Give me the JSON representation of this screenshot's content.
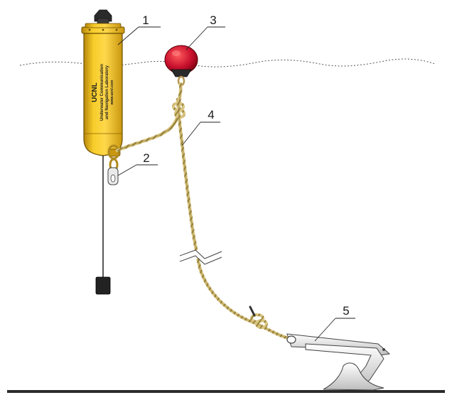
{
  "callouts": [
    {
      "num": "1"
    },
    {
      "num": "2"
    },
    {
      "num": "3"
    },
    {
      "num": "4"
    },
    {
      "num": "5"
    }
  ],
  "modem_label": {
    "line1": "UCNL",
    "line2": "Underwater Communication",
    "line3": "and Navigation Laboratory",
    "line4": "www.ucnl.com"
  },
  "colors": {
    "modem_body": "#f2c21a",
    "buoy": "#c8102e",
    "rope": "#d6c27a",
    "seabed": "#2b2b2b",
    "anchor": "#dcdcdc",
    "weight": "#222222"
  }
}
